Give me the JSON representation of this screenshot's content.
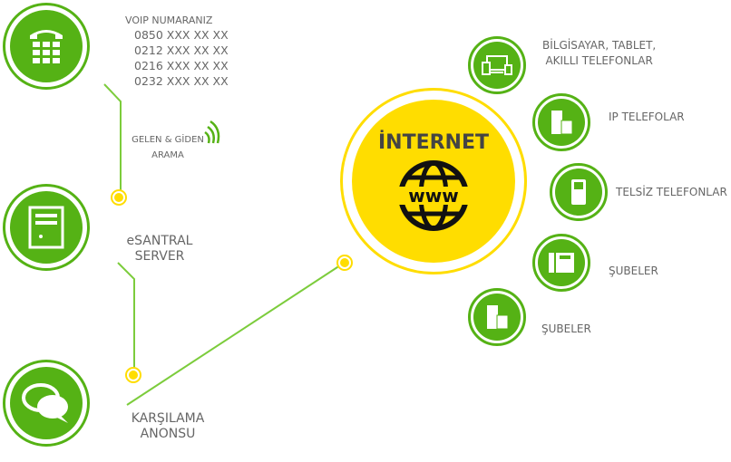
{
  "colors": {
    "green": "#55b215",
    "yellow": "#ffdd00",
    "line": "#7ccc3c"
  },
  "voip": {
    "title": "VOIP NUMARANIZ",
    "numbers": [
      "0850 XXX XX XX",
      "0212 XXX XX XX",
      "0216 XXX XX XX",
      "0232 XXX XX XX"
    ]
  },
  "calls": {
    "line1": "GELEN & GİDEN",
    "line2": "ARAMA"
  },
  "server": {
    "line1": "eSANTRAL",
    "line2": "SERVER"
  },
  "greeting": {
    "line1": "KARŞILAMA",
    "line2": "ANONSU"
  },
  "internet": {
    "title": "İNTERNET",
    "globe": "www"
  },
  "devices": [
    {
      "line1": "BİLGİSAYAR, TABLET,",
      "line2": "AKILLI TELEFONLAR",
      "icon": "devices-icon"
    },
    {
      "line1": "IP TELEFOLAR",
      "icon": "building-icon"
    },
    {
      "line1": "TELSİZ TELEFONLAR",
      "icon": "cordless-phone-icon"
    },
    {
      "line1": "ŞUBELER",
      "icon": "desk-phone-icon"
    },
    {
      "line1": "ŞUBELER",
      "icon": "building-icon"
    }
  ]
}
